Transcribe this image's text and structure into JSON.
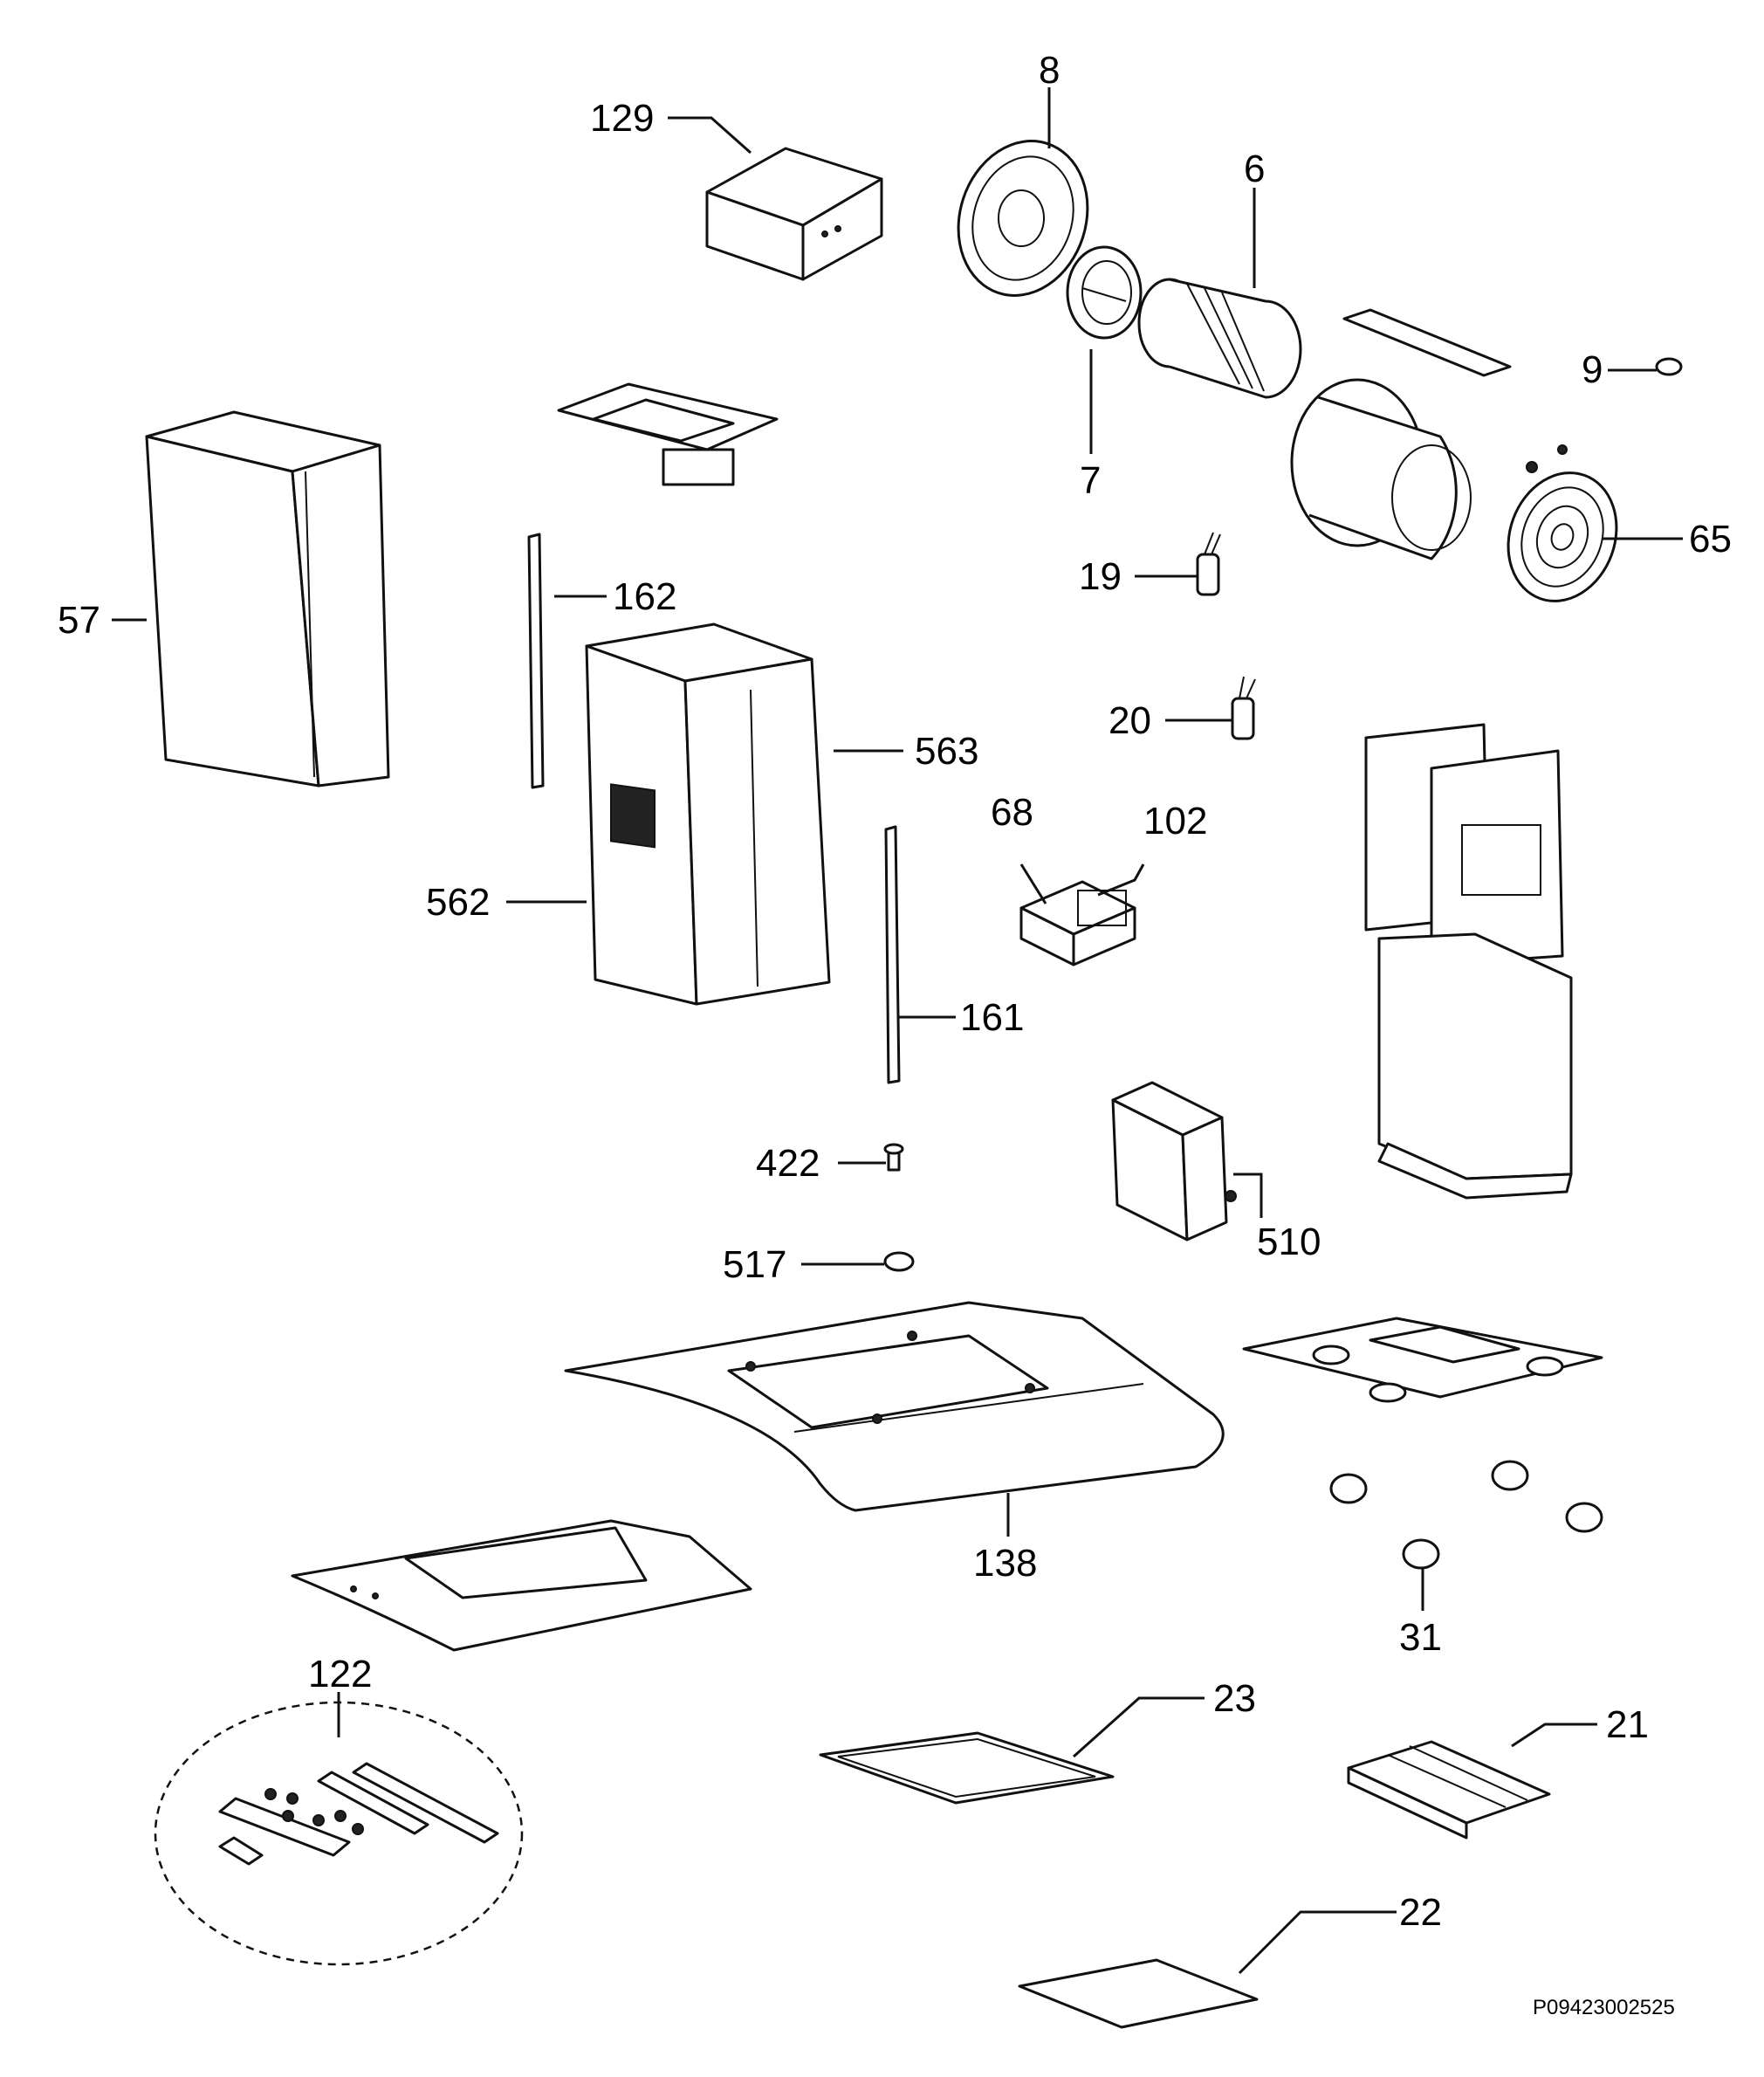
{
  "labels": {
    "l129": "129",
    "l8": "8",
    "l6": "6",
    "l9": "9",
    "l7": "7",
    "l65": "65",
    "l57": "57",
    "l162": "162",
    "l19": "19",
    "l20": "20",
    "l563": "563",
    "l68": "68",
    "l102": "102",
    "l562": "562",
    "l161": "161",
    "l422": "422",
    "l510": "510",
    "l517": "517",
    "l138": "138",
    "l31": "31",
    "l122": "122",
    "l23": "23",
    "l21": "21",
    "l22": "22"
  },
  "diagram_code": "P09423002525"
}
